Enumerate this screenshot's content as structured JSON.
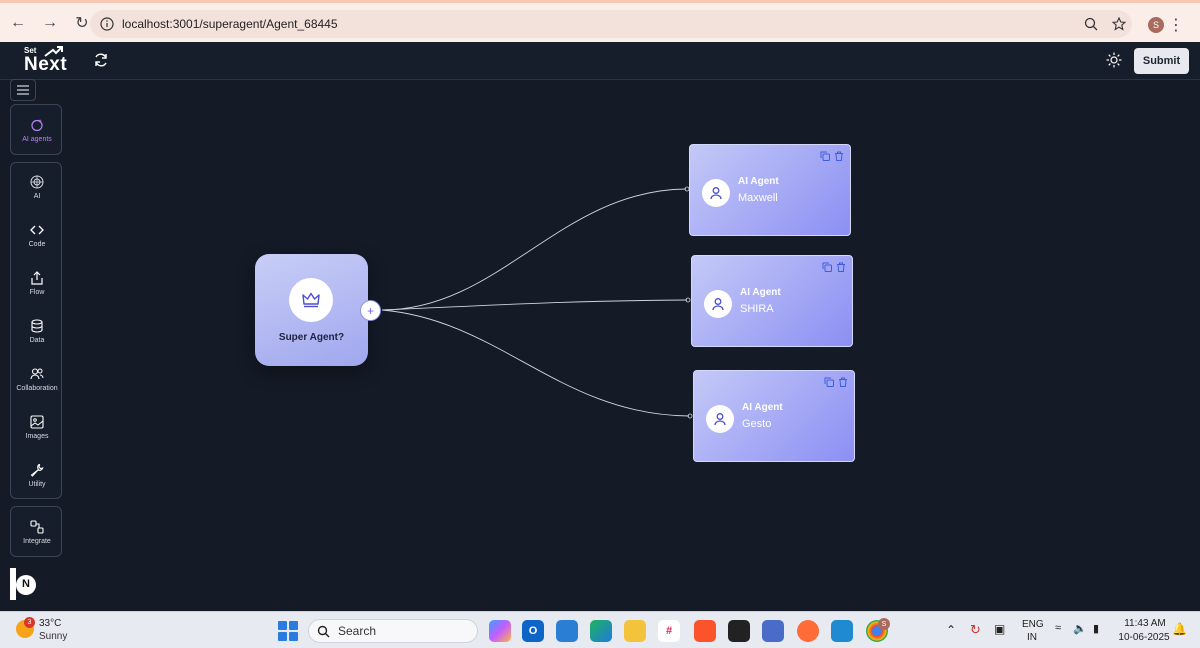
{
  "browser": {
    "url": "localhost:3001/superagent/Agent_68445",
    "profile_initial": "S"
  },
  "header": {
    "logo_small": "Set",
    "logo_big": "Next",
    "submit_label": "Submit"
  },
  "sidebar": {
    "items": [
      {
        "label": "AI agents",
        "icon": "sparkle-icon",
        "active": true
      },
      {
        "label": "AI",
        "icon": "openai-icon"
      },
      {
        "label": "Code",
        "icon": "code-icon"
      },
      {
        "label": "Flow",
        "icon": "share-icon"
      },
      {
        "label": "Data",
        "icon": "database-icon"
      },
      {
        "label": "Collaboration",
        "icon": "users-icon"
      },
      {
        "label": "Images",
        "icon": "image-icon"
      },
      {
        "label": "Utility",
        "icon": "wrench-icon"
      },
      {
        "label": "Integrate",
        "icon": "integrate-icon"
      }
    ],
    "avatar_initial": "N"
  },
  "canvas": {
    "super_agent": {
      "label": "Super Agent?",
      "icon": "crown-icon"
    },
    "agents": [
      {
        "title": "AI Agent",
        "name": "Maxwell"
      },
      {
        "title": "AI Agent",
        "name": "SHIRA"
      },
      {
        "title": "AI Agent",
        "name": "Gesto"
      }
    ],
    "accent_color": "#8c8ff3"
  },
  "taskbar": {
    "weather_badge": "3",
    "temperature": "33°C",
    "condition": "Sunny",
    "search_label": "Search",
    "language_line1": "ENG",
    "language_line2": "IN",
    "time": "11:43 AM",
    "date": "10-06-2025",
    "profile_badge": "S"
  }
}
